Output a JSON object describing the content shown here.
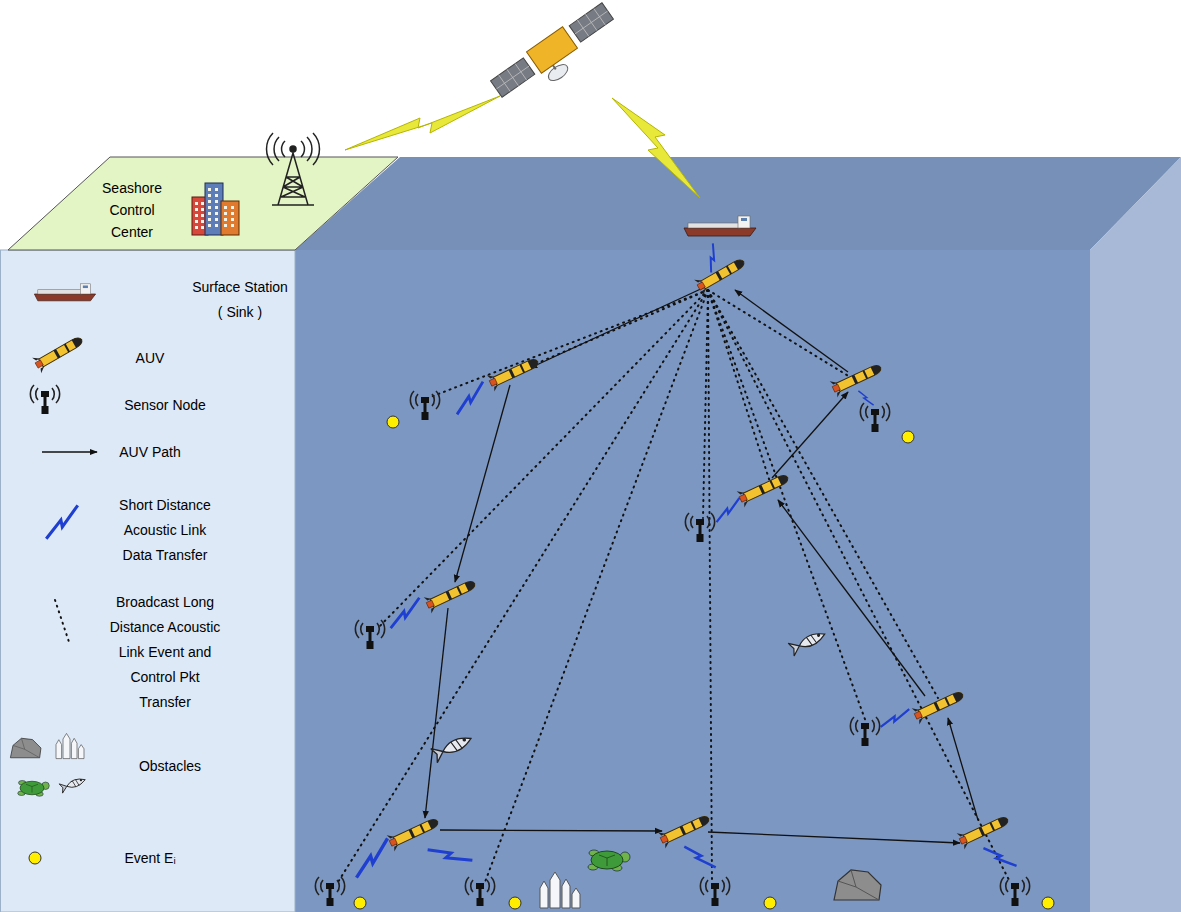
{
  "diagram": {
    "nodes": [
      {
        "text": [
          "Seashore Control Center"
        ]
      }
    ],
    "legend": [
      {
        "text": "Surface Station ( Sink )"
      },
      {
        "text": "AUV"
      },
      {
        "text": "Sensor Node"
      },
      {
        "text": "AUV Path"
      },
      {
        "text": "Short Distance Acoustic Link Data Transfer"
      },
      {
        "text": "Broadcast Long Distance Acoustic Link Event and Control Pkt Transfer"
      },
      {
        "text": "Obstacles"
      },
      {
        "text": "Event Eᵢ"
      }
    ]
  }
}
